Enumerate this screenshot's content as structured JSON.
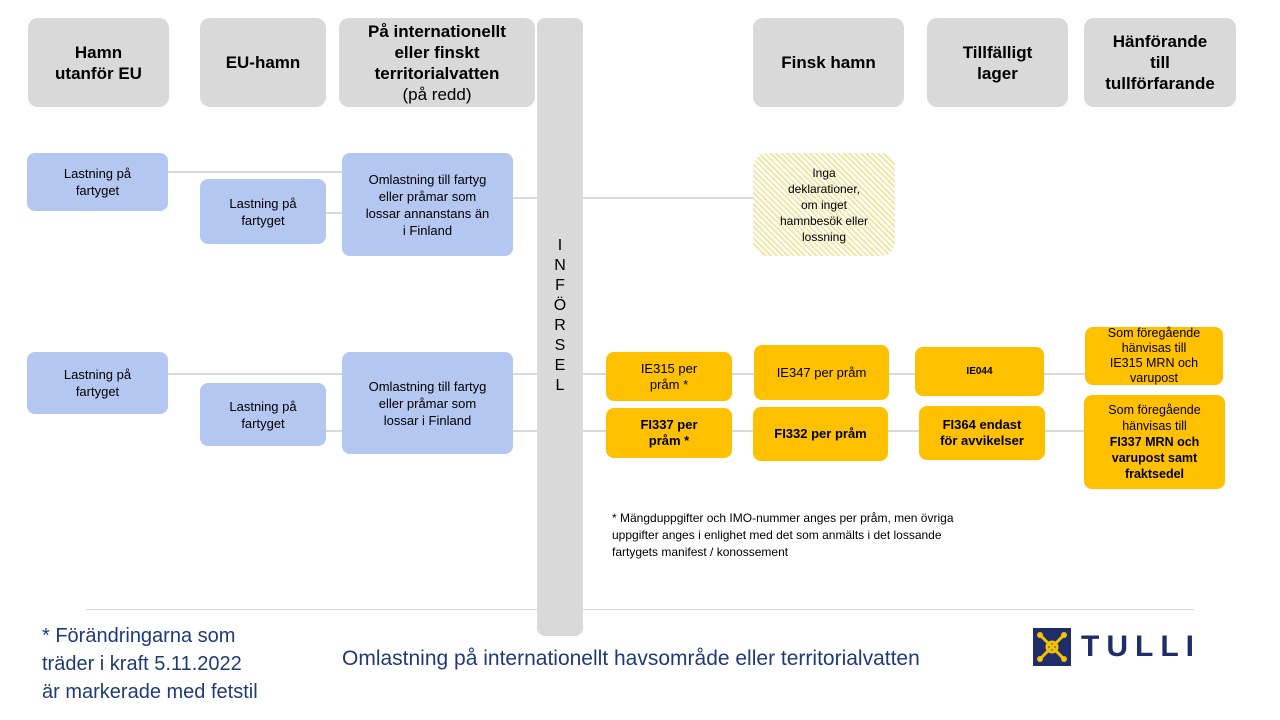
{
  "headers": {
    "outside_eu": "Hamn\nutanför EU",
    "eu_port": "EU-hamn",
    "territorial_line1": "På internationellt\neller finskt\nterritorialvatten",
    "territorial_line2": "(på redd)",
    "finnish_port": "Finsk hamn",
    "temp_storage": "Tillfälligt\nlager",
    "customs_procedure": "Hänförande\ntill\ntullförfarande"
  },
  "vertical_label": [
    "I",
    "N",
    "F",
    "Ö",
    "R",
    "S",
    "E",
    "L"
  ],
  "row1": {
    "outside_eu_box": "Lastning på\nfartyget",
    "eu_box": "Lastning på\nfartyget",
    "transship_box": "Omlastning till fartyg\neller pråmar som\nlossar annanstans än\ni Finland",
    "finnish_box": "Inga\ndeklarationer,\nom inget\nhamnbesök eller\nlossning"
  },
  "row2": {
    "outside_eu_box": "Lastning på\nfartyget",
    "eu_box": "Lastning på\nfartyget",
    "transship_box": "Omlastning till fartyg\neller pråmar som\nlossar i Finland",
    "a_entry": "IE315 per\npråm *",
    "a_port": "IE347 per pråm",
    "a_storage": "IE044",
    "a_procedure": "Som föregående\nhänvisas till\nIE315 MRN och\nvarupost",
    "b_entry": "FI337 per\npråm *",
    "b_port": "FI332 per pråm",
    "b_storage": "FI364 endast\nför avvikelser",
    "b_procedure_plain": "Som föregående\nhänvisas till",
    "b_procedure_bold": "FI337 MRN och\nvarupost samt\nfraktsedel"
  },
  "note": "* Mängduppgifter och IMO-nummer  anges per pråm, men övriga\nuppgifter anges i enlighet med det som anmälts i det lossande\nfartygets manifest / konossement",
  "footnote": "* Förändringarna som\nträder i kraft 5.11.2022\när markerade med fetstil",
  "caption": "Omlastning på internationellt havsområde eller territorialvatten",
  "logo": {
    "text": "TULLI",
    "emblem_color": "#1f2d6b",
    "emblem_accent": "#f2c300"
  },
  "colors": {
    "header": "#d9d9d9",
    "blue": "#b4c7f0",
    "yellow": "#ffc000"
  }
}
